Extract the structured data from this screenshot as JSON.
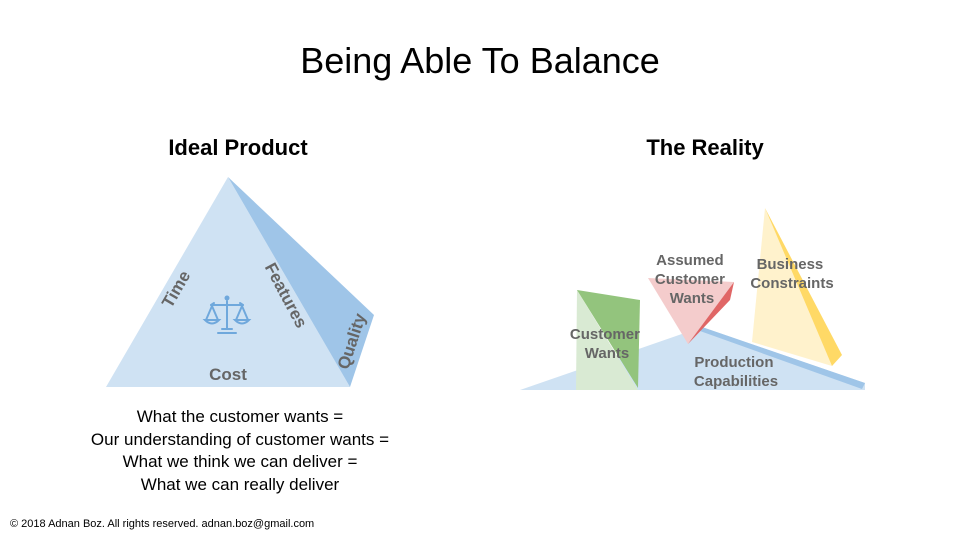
{
  "slide": {
    "title": "Being Able To Balance",
    "left": {
      "heading": "Ideal Product",
      "labels": {
        "time": "Time",
        "features": "Features",
        "quality": "Quality",
        "cost": "Cost"
      },
      "icon": "balance-scale-icon",
      "equation": [
        "What the customer wants =",
        "Our understanding of customer wants =",
        "What we think we can deliver =",
        "What we can really deliver"
      ]
    },
    "right": {
      "heading": "The Reality",
      "labels": {
        "customer_wants": [
          "Customer",
          "Wants"
        ],
        "assumed_customer_wants": [
          "Assumed",
          "Customer",
          "Wants"
        ],
        "business_constraints": [
          "Business",
          "Constraints"
        ],
        "production_capabilities": [
          "Production",
          "Capabilities"
        ]
      }
    },
    "footer": "© 2018 Adnan Boz. All rights reserved. adnan.boz@gmail.com"
  },
  "colors": {
    "blue_light": "#cfe2f3",
    "blue_dark": "#9fc5e8",
    "icon_blue": "#6fa8dc",
    "green_light": "#d9ead3",
    "green_dark": "#93c47d",
    "red_light": "#f4cccc",
    "red_dark": "#e06666",
    "yellow_light": "#fff2cc",
    "yellow_dark": "#ffd966",
    "label_gray": "#666666"
  }
}
